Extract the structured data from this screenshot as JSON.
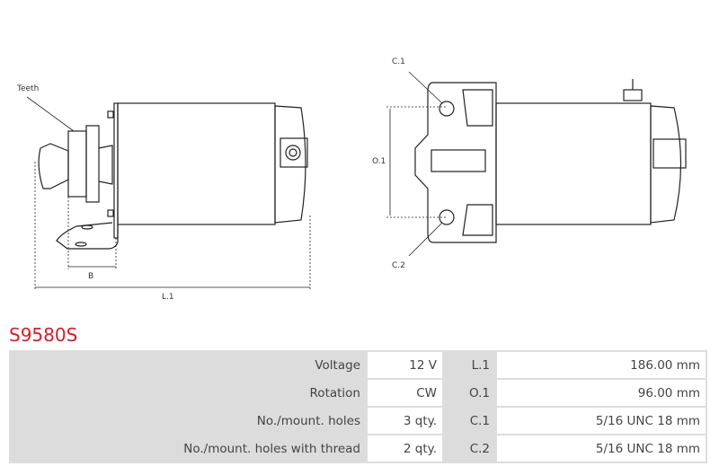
{
  "drawing": {
    "left_view": {
      "teeth_label": "Teeth",
      "b_label": "B",
      "l1_label": "L.1"
    },
    "right_view": {
      "c1_label": "C.1",
      "c2_label": "C.2",
      "o1_label": "O.1"
    }
  },
  "product": {
    "code": "S9580S"
  },
  "specs": [
    {
      "label": "Voltage",
      "value": "12 V",
      "code": "L.1",
      "dim": "186.00 mm"
    },
    {
      "label": "Rotation",
      "value": "CW",
      "code": "O.1",
      "dim": "96.00 mm"
    },
    {
      "label": "No./mount. holes",
      "value": "3 qty.",
      "code": "C.1",
      "dim": "5/16 UNC 18 mm"
    },
    {
      "label": "No./mount. holes with thread",
      "value": "2 qty.",
      "code": "C.2",
      "dim": "5/16 UNC 18 mm"
    }
  ]
}
